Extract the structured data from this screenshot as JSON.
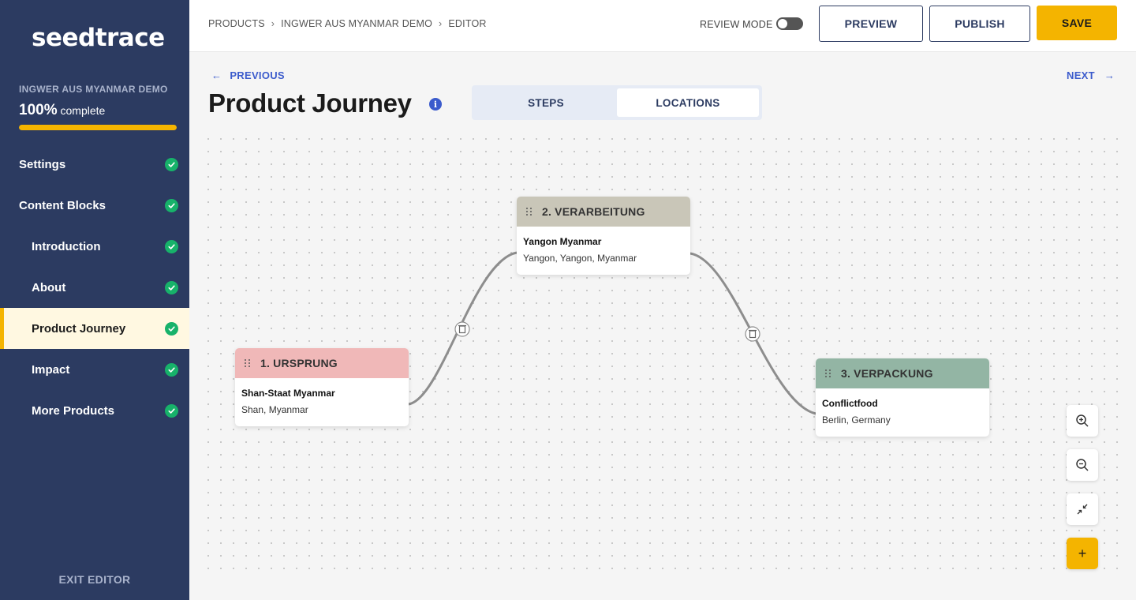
{
  "sidebar": {
    "logo": "seedtrace",
    "project_name": "INGWER AUS MYANMAR DEMO",
    "progress_pct": "100%",
    "progress_label": "complete",
    "progress_value": 100,
    "items": [
      {
        "label": "Settings",
        "done": true
      },
      {
        "label": "Content Blocks",
        "done": true
      },
      {
        "label": "Introduction",
        "done": true
      },
      {
        "label": "About",
        "done": true
      },
      {
        "label": "Product Journey",
        "done": true,
        "active": true
      },
      {
        "label": "Impact",
        "done": true
      },
      {
        "label": "More Products",
        "done": true
      }
    ],
    "exit_label": "EXIT EDITOR"
  },
  "topbar": {
    "breadcrumb": [
      "PRODUCTS",
      "INGWER AUS MYANMAR DEMO",
      "EDITOR"
    ],
    "breadcrumb_sep": "›",
    "review_mode_label": "REVIEW MODE",
    "review_mode_on": false,
    "preview_label": "PREVIEW",
    "publish_label": "PUBLISH",
    "save_label": "SAVE"
  },
  "main": {
    "prev_label": "PREVIOUS",
    "next_label": "NEXT",
    "title": "Product Journey",
    "info_glyph": "i",
    "tabs": [
      {
        "label": "STEPS",
        "selected": false
      },
      {
        "label": "LOCATIONS",
        "selected": true
      }
    ]
  },
  "nodes": [
    {
      "header": "1. URSPRUNG",
      "name": "Shan-Staat Myanmar",
      "location": "Shan, Myanmar",
      "color": "#f0b8b8"
    },
    {
      "header": "2. VERARBEITUNG",
      "name": "Yangon Myanmar",
      "location": "Yangon, Yangon, Myanmar",
      "color": "#c9c6b8"
    },
    {
      "header": "3. VERPACKUNG",
      "name": "Conflictfood",
      "location": "Berlin, Germany",
      "color": "#93b5a4"
    }
  ],
  "controls": {
    "zoom_in": "zoom-in-icon",
    "zoom_out": "zoom-out-icon",
    "fit": "collapse-icon",
    "add_label": "+"
  },
  "colors": {
    "sidebar_bg": "#2c3b61",
    "accent": "#f4b400",
    "link": "#3b5bcc",
    "success": "#17b26a"
  }
}
